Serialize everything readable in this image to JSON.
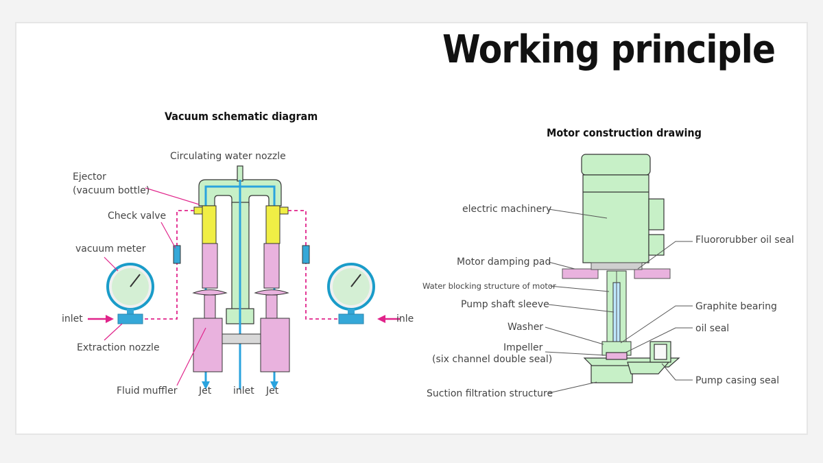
{
  "title": "Working principle",
  "vacuum": {
    "title": "Vacuum schematic diagram",
    "labels": {
      "nozzle": "Circulating water nozzle",
      "ejector1": "Ejector",
      "ejector2": "(vacuum bottle)",
      "check_valve": "Check valve",
      "vacuum_meter": "vacuum meter",
      "inlet_left": "inlet",
      "inlet_right": "inle",
      "extraction": "Extraction nozzle",
      "muffler": "Fluid muffler",
      "jet_left": "Jet",
      "inlet_bottom": "inlet",
      "jet_right": "Jet"
    }
  },
  "motor": {
    "title": "Motor construction drawing",
    "labels": {
      "electric": "electric machinery",
      "damping": "Motor damping pad",
      "water_block": "Water blocking structure of motor",
      "shaft_sleeve": "Pump shaft sleeve",
      "washer": "Washer",
      "impeller1": "Impeller",
      "impeller2": "(six channel double seal)",
      "suction": "Suction filtration structure",
      "fluoro": "Fluororubber oil seal",
      "graphite": "Graphite bearing",
      "oil_seal": "oil seal",
      "casing_seal": "Pump casing seal"
    }
  },
  "colors": {
    "green": "#c7f0c7",
    "pink": "#e9b2de",
    "blue": "#2aa3de",
    "yellow": "#f0ee45",
    "magenta": "#e0238a",
    "cyan": "#35a8d8"
  }
}
